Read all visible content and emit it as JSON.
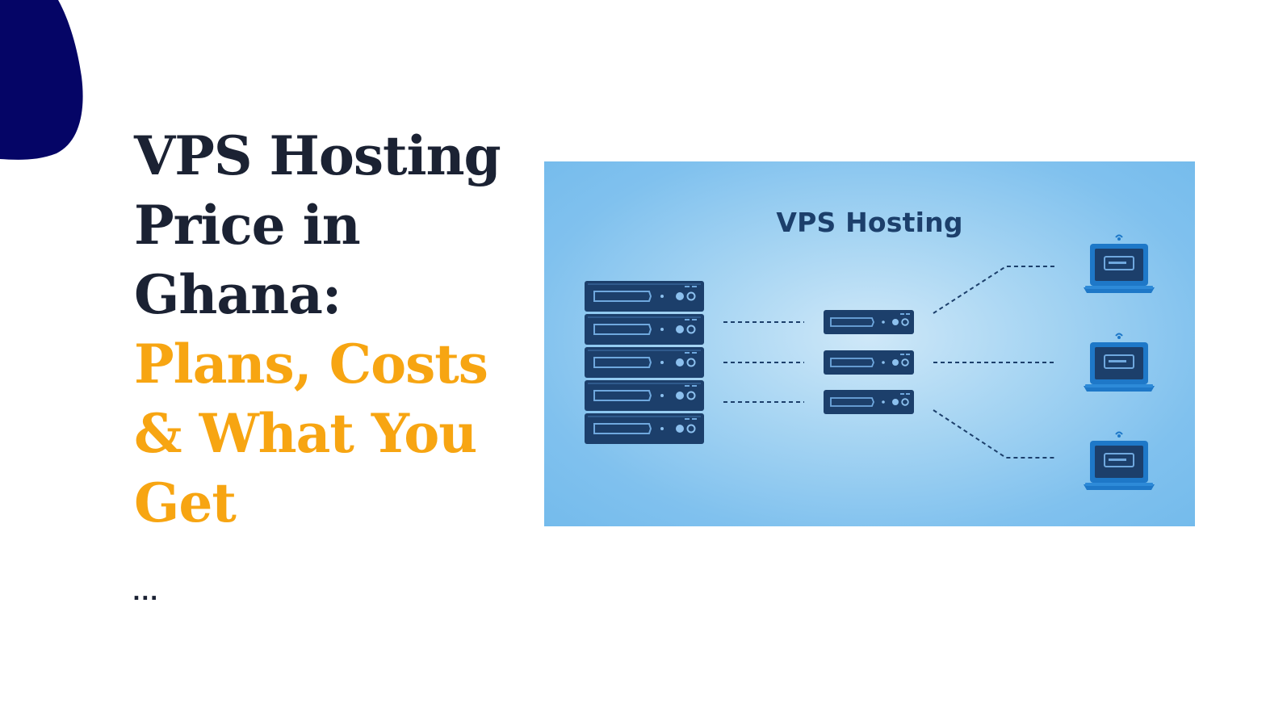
{
  "headline": {
    "line1": "VPS Hosting",
    "line2": "Price in",
    "line3": "Ghana:",
    "line4": "Plans, Costs",
    "line5": "& What You",
    "line6": "Get"
  },
  "ellipsis": "...",
  "illustration": {
    "title": "VPS Hosting"
  },
  "colors": {
    "heading_dark": "#1b2233",
    "heading_accent": "#f7a512",
    "blob": "#050566",
    "server_dark": "#1c3f6b",
    "laptop_blue": "#1e78c8",
    "panel_bg": "#8fcaf0"
  }
}
